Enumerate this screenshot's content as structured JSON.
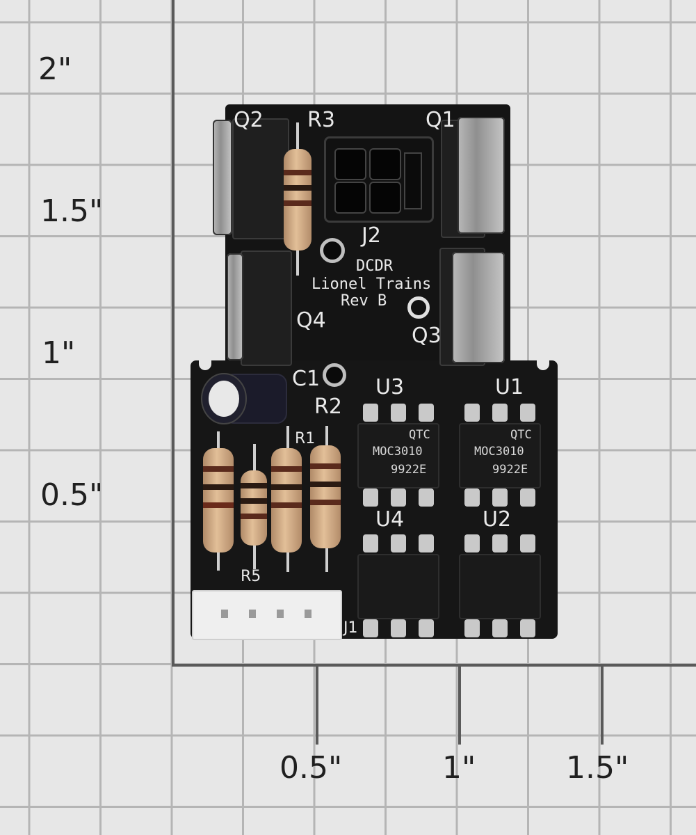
{
  "scale": {
    "vertical_labels": [
      "2\"",
      "1.5\"",
      "1\"",
      "0.5\""
    ],
    "horizontal_labels": [
      "0.5\"",
      "1\"",
      "1.5\""
    ]
  },
  "board": {
    "refs": {
      "q2": "Q2",
      "r3": "R3",
      "q1": "Q1",
      "j2": "J2",
      "q4": "Q4",
      "q3": "Q3",
      "c1": "C1",
      "r2": "R2",
      "r1": "R1",
      "r5": "R5",
      "u3": "U3",
      "u1": "U1",
      "u4": "U4",
      "u2": "U2",
      "j1": "J1"
    },
    "label_lines": [
      "DCDR",
      "Lionel Trains",
      "Rev B"
    ],
    "ic_markings": {
      "u3": [
        "QTC",
        "MOC3010",
        "9922E"
      ],
      "u1": [
        "QTC",
        "MOC3010",
        "9922E"
      ]
    }
  },
  "colors": {
    "board": "#141414",
    "silkscreen": "#e9e9e9",
    "grid_fine": "#b5b5b5",
    "grid_major": "#5a5a5a"
  }
}
